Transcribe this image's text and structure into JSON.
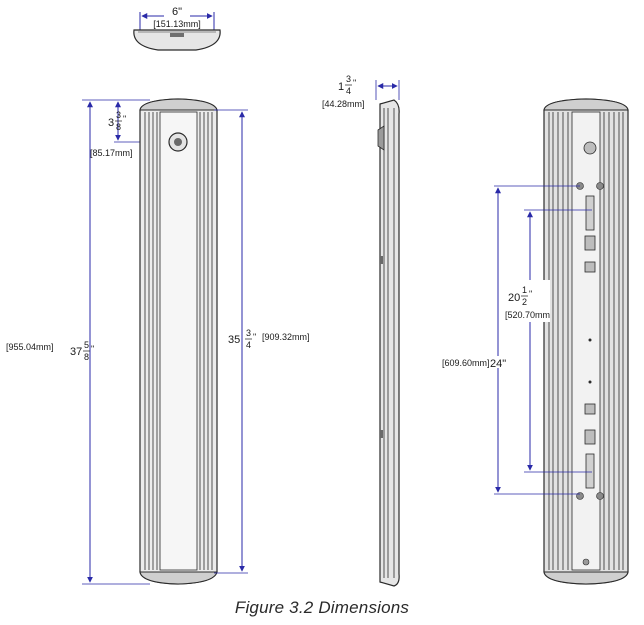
{
  "top_view": {
    "width_in": "6\"",
    "width_mm": "[151.13mm]"
  },
  "front_view": {
    "offset_in_whole": "3",
    "offset_in_num": "3",
    "offset_in_den": "8",
    "offset_in_unit": "\"",
    "offset_mm": "[85.17mm]",
    "height_mm": "[955.04mm]",
    "height_in_whole": "37",
    "height_in_num": "5",
    "height_in_den": "8",
    "height_in_unit": "\"",
    "face_in_whole": "35",
    "face_in_num": "3",
    "face_in_den": "4",
    "face_in_unit": "\"",
    "face_mm": "[909.32mm]"
  },
  "side_view": {
    "depth_in_whole": "1",
    "depth_in_num": "3",
    "depth_in_den": "4",
    "depth_in_unit": "\"",
    "depth_mm": "[44.28mm]"
  },
  "back_view": {
    "outer_mm": "[609.60mm]",
    "outer_in": "24\"",
    "inner_in_whole": "20",
    "inner_in_num": "1",
    "inner_in_den": "2",
    "inner_in_unit": "\"",
    "inner_mm": "[520.70mm"
  },
  "caption": "Figure 3.2 Dimensions",
  "colors": {
    "dimension_line": "#2a2aa8",
    "outline": "#2b2b2b",
    "fill_light": "#d9d9d9",
    "fill_mid": "#bdbdbd"
  }
}
